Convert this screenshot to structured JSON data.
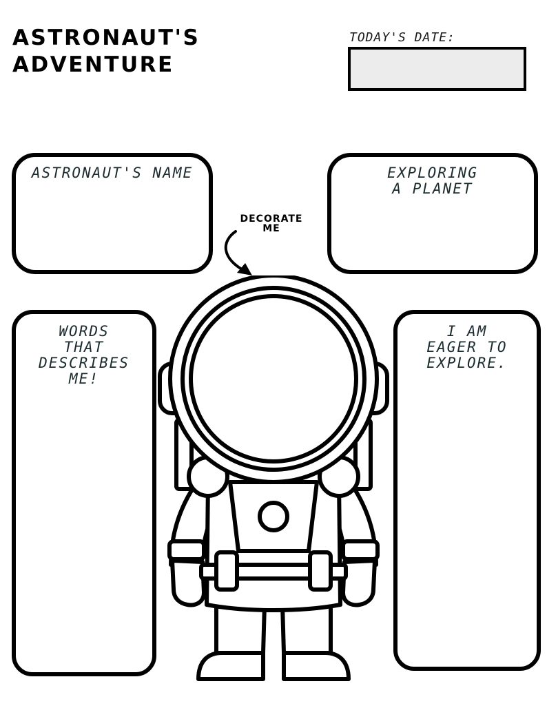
{
  "header": {
    "title_line1": "ASTRONAUT'S",
    "title_line2": "ADVENTURE",
    "date_label": "TODAY'S DATE:"
  },
  "panels": {
    "name_label": "ASTRONAUT'S NAME",
    "planet_label": "EXPLORING\nA PLANET",
    "words_label": "WORDS\nTHAT\nDESCRIBES\nME!",
    "eager_label": "I AM\nEAGER TO\nEXPLORE."
  },
  "callout": {
    "line1": "DECORATE",
    "line2": "ME"
  },
  "icons": {
    "arrow": "curved-arrow-icon",
    "figure": "astronaut-illustration"
  },
  "colors": {
    "ink": "#000000",
    "handwriting": "#1c2b2e",
    "date_fill": "#ececec"
  }
}
